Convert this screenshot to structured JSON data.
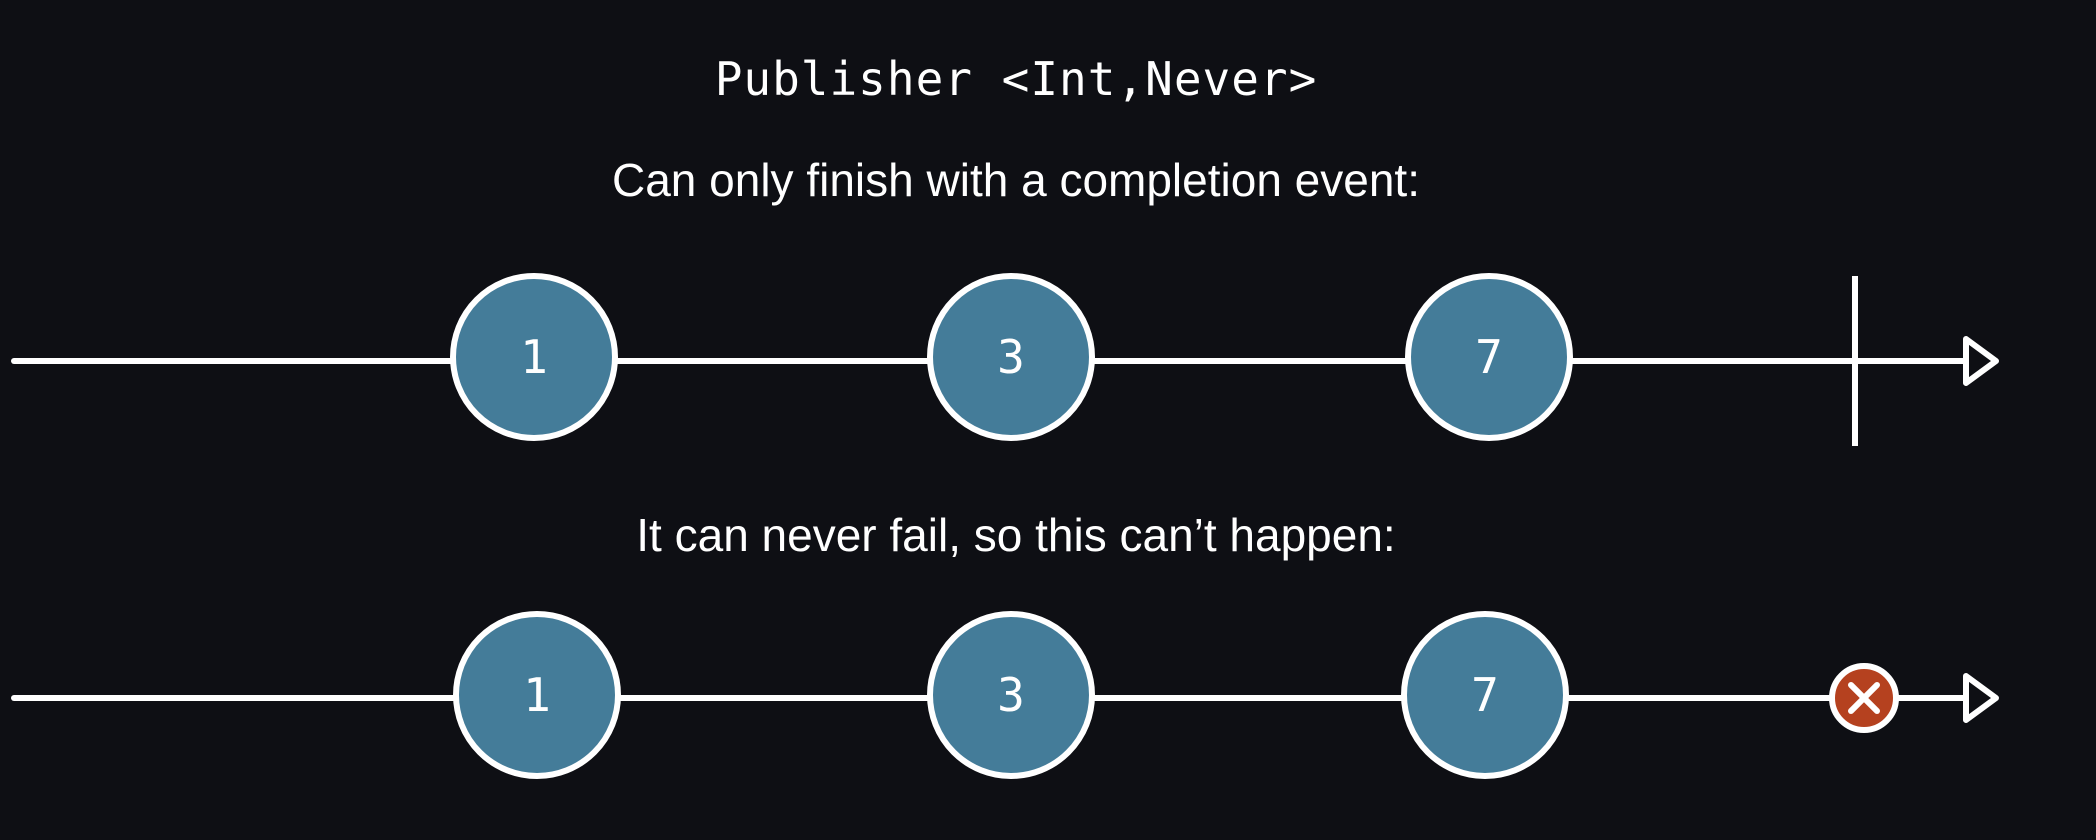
{
  "title": "Publisher <Int,Never>",
  "caption_completion": "Can only finish with a completion event:",
  "caption_failure": "It can never fail, so this can’t happen:",
  "colors": {
    "background": "#0e0f14",
    "line": "#ffffff",
    "marble_fill": "#447c99",
    "error_fill": "#b5411f"
  },
  "timeline_completion": {
    "events": [
      "1",
      "3",
      "7"
    ],
    "terminator": "completion"
  },
  "timeline_failure": {
    "events": [
      "1",
      "3",
      "7"
    ],
    "terminator": "error"
  },
  "icons": {
    "arrow": "arrow-head-icon",
    "completion": "completion-bar-icon",
    "error": "error-x-icon"
  }
}
